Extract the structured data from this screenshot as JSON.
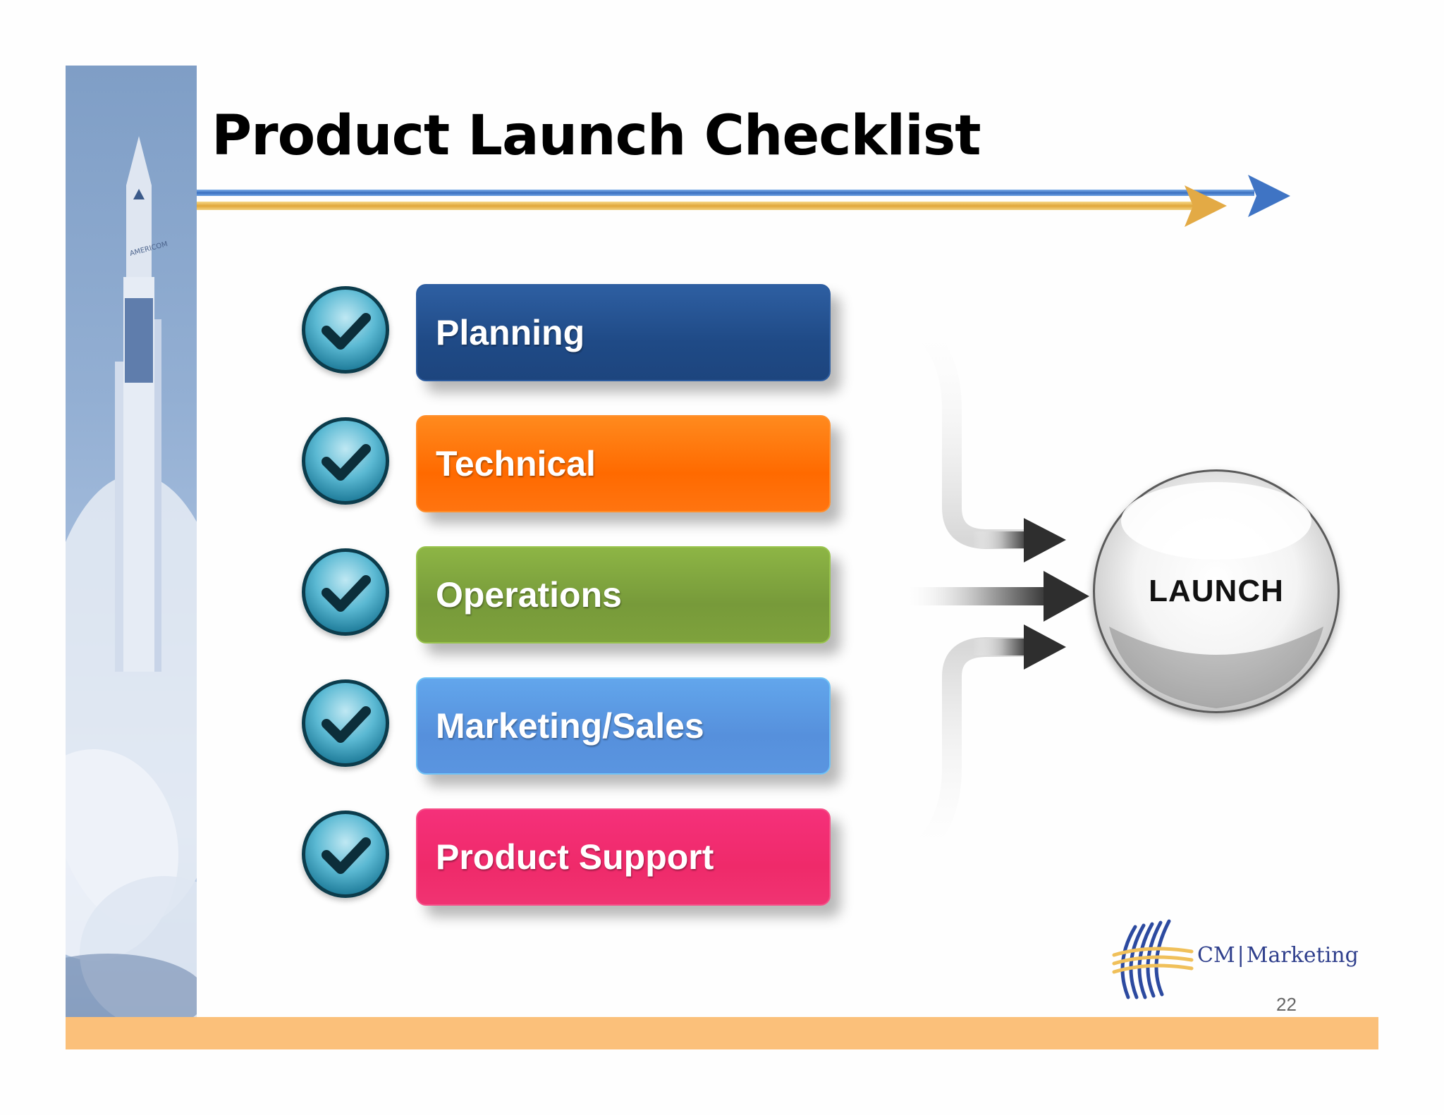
{
  "slide": {
    "title": "Product Launch Checklist",
    "page_number": "22"
  },
  "checklist": [
    {
      "label": "Planning",
      "color": "#1f4a86",
      "checked": true
    },
    {
      "label": "Technical",
      "color": "#ff6a00",
      "checked": true
    },
    {
      "label": "Operations",
      "color": "#779a3a",
      "checked": true
    },
    {
      "label": "Marketing/Sales",
      "color": "#5690dc",
      "checked": true
    },
    {
      "label": "Product Support",
      "color": "#ef2a6a",
      "checked": true
    }
  ],
  "launch": {
    "label": "LAUNCH"
  },
  "logo": {
    "brand_left": "CM",
    "brand_right": "Marketing"
  },
  "colors": {
    "bottom_bar": "#fbc07a",
    "side_panel": "#93afd3",
    "arrow_blue": "#4a7fc8",
    "arrow_gold": "#e8b44a"
  },
  "icons": {
    "check": "check-icon",
    "side_art": "rocket-illustration",
    "logo_mark": "waves-logo-mark"
  }
}
